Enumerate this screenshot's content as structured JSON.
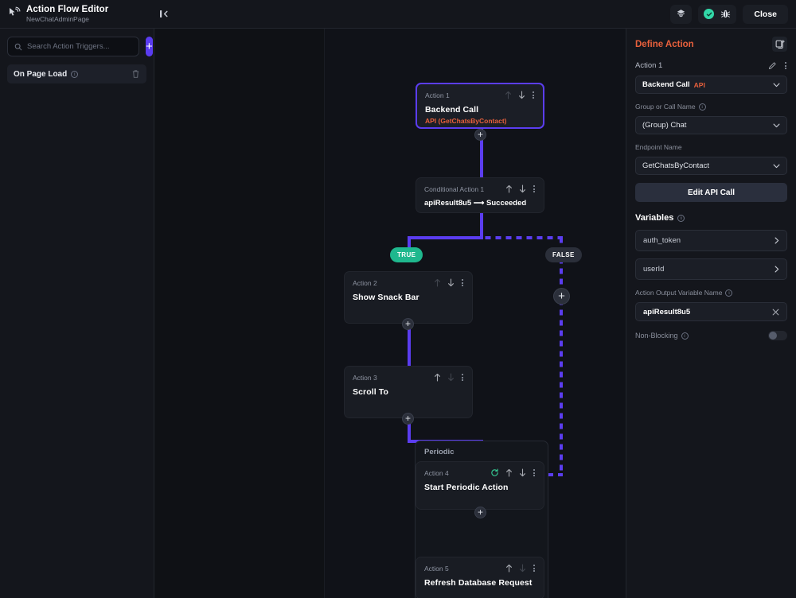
{
  "header": {
    "app_icon": "cursor-click-icon",
    "title": "Action Flow Editor",
    "subtitle": "NewChatAdminPage",
    "collapse_icon": "collapse-panel-icon",
    "widget_icon": "flutter-widget-icon",
    "status_check_icon": "check-circle-icon",
    "debug_icon": "bug-icon",
    "close_label": "Close"
  },
  "sidebar": {
    "search": {
      "placeholder": "Search Action Triggers...",
      "value": "",
      "icon": "search-icon"
    },
    "add_button_label": "+",
    "triggers": [
      {
        "label": "On Page Load",
        "info_icon": "info-icon",
        "delete_icon": "trash-icon"
      }
    ]
  },
  "canvas": {
    "nodes": [
      {
        "id": "Action 1",
        "title": "Backend Call",
        "subtitle": "API (GetChatsByContact)",
        "selected": true
      },
      {
        "id": "Conditional Action 1",
        "condition": "apiResult8u5 ⟶ Succeeded"
      },
      {
        "id": "Action 2",
        "title": "Show Snack Bar"
      },
      {
        "id": "Action 3",
        "title": "Scroll To"
      },
      {
        "id": "Action 4",
        "title": "Start Periodic Action",
        "periodic_icon": "refresh-loop-icon"
      },
      {
        "id": "Action 5",
        "title": "Refresh Database Request"
      }
    ],
    "group_label": "Periodic",
    "branch_true": "TRUE",
    "branch_false": "FALSE",
    "add_node_label": "+",
    "edge_color": "#5b3df0",
    "true_chip_color": "#1fb88e"
  },
  "panel": {
    "title": "Define Action",
    "copy_icon": "copy-add-icon",
    "action_label": "Action 1",
    "edit_icon": "pencil-icon",
    "menu_icon": "kebab-menu-icon",
    "action_type": {
      "name": "Backend Call",
      "tag": "API"
    },
    "group_field": {
      "label": "Group or Call Name",
      "value": "(Group) Chat",
      "info_icon": "info-icon"
    },
    "endpoint_field": {
      "label": "Endpoint Name",
      "value": "GetChatsByContact"
    },
    "edit_api_button": "Edit API Call",
    "variables_title": "Variables",
    "variables": [
      {
        "name": "auth_token"
      },
      {
        "name": "userId"
      }
    ],
    "output_var": {
      "label": "Action Output Variable Name",
      "value": "apiResult8u5",
      "clear_icon": "close-x-icon"
    },
    "non_blocking": {
      "label": "Non-Blocking",
      "enabled": false
    }
  }
}
